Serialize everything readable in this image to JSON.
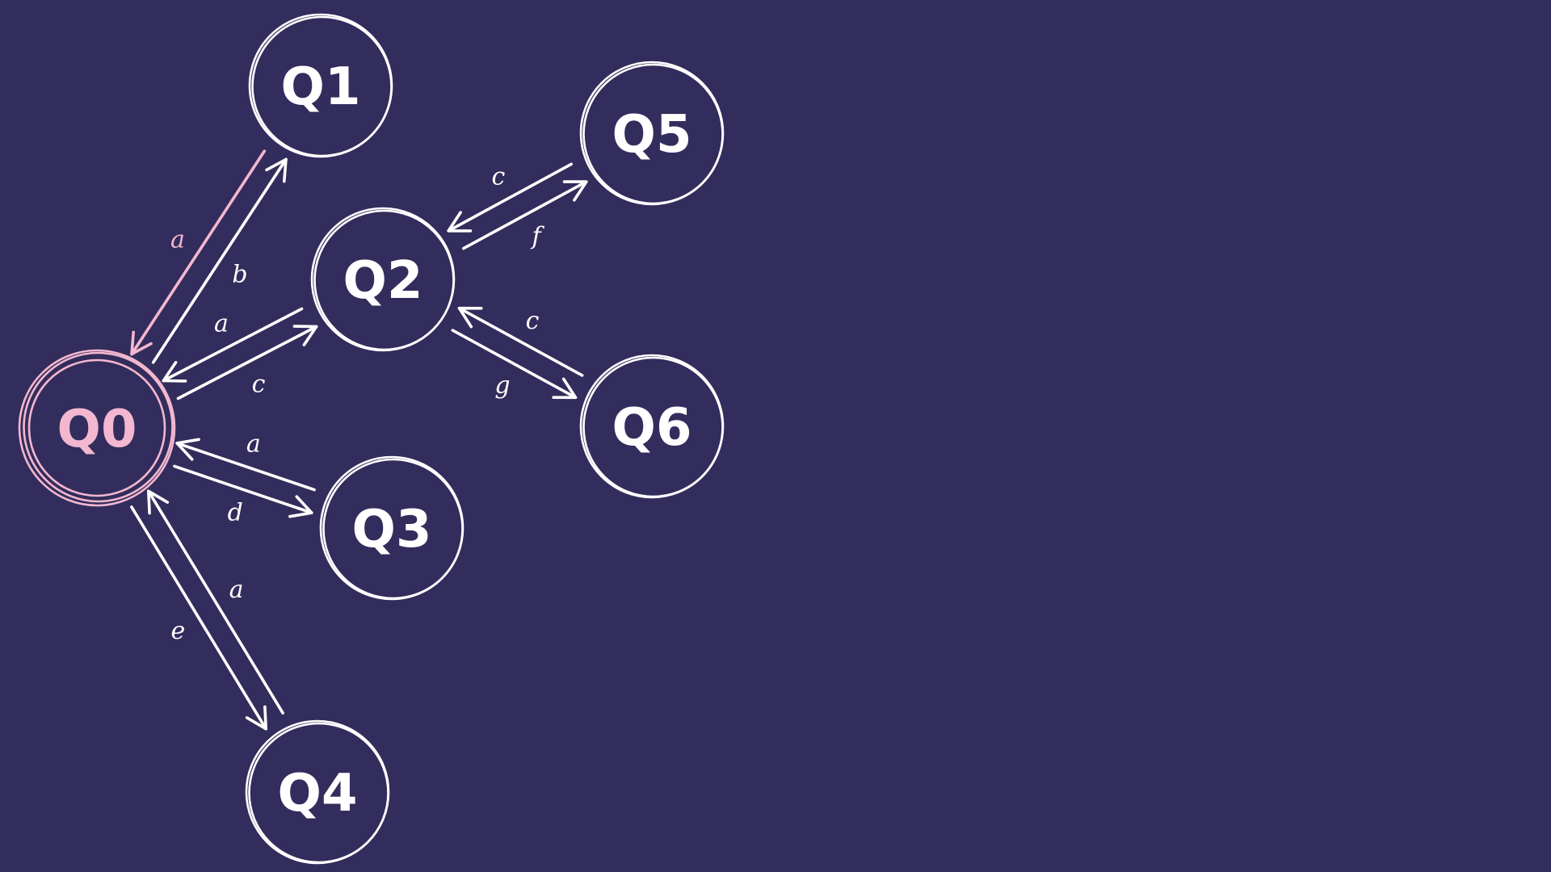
{
  "colors": {
    "background": "#322d5c",
    "stroke": "#ffffff",
    "highlight": "#f3b7cf"
  },
  "states": [
    {
      "id": "Q0",
      "label": "Q0",
      "accepting": true,
      "highlight": true
    },
    {
      "id": "Q1",
      "label": "Q1",
      "accepting": false,
      "highlight": false
    },
    {
      "id": "Q2",
      "label": "Q2",
      "accepting": false,
      "highlight": false
    },
    {
      "id": "Q3",
      "label": "Q3",
      "accepting": false,
      "highlight": false
    },
    {
      "id": "Q4",
      "label": "Q4",
      "accepting": false,
      "highlight": false
    },
    {
      "id": "Q5",
      "label": "Q5",
      "accepting": false,
      "highlight": false
    },
    {
      "id": "Q6",
      "label": "Q6",
      "accepting": false,
      "highlight": false
    }
  ],
  "transitions": [
    {
      "from": "Q0",
      "to": "Q1",
      "label": "b",
      "highlight": false
    },
    {
      "from": "Q1",
      "to": "Q0",
      "label": "a",
      "highlight": true
    },
    {
      "from": "Q0",
      "to": "Q2",
      "label": "c",
      "highlight": false
    },
    {
      "from": "Q2",
      "to": "Q0",
      "label": "a",
      "highlight": false
    },
    {
      "from": "Q0",
      "to": "Q3",
      "label": "d",
      "highlight": false
    },
    {
      "from": "Q3",
      "to": "Q0",
      "label": "a",
      "highlight": false
    },
    {
      "from": "Q0",
      "to": "Q4",
      "label": "e",
      "highlight": false
    },
    {
      "from": "Q4",
      "to": "Q0",
      "label": "a",
      "highlight": false
    },
    {
      "from": "Q2",
      "to": "Q5",
      "label": "f",
      "highlight": false
    },
    {
      "from": "Q5",
      "to": "Q2",
      "label": "c",
      "highlight": false
    },
    {
      "from": "Q2",
      "to": "Q6",
      "label": "g",
      "highlight": false
    },
    {
      "from": "Q6",
      "to": "Q2",
      "label": "c",
      "highlight": false
    }
  ]
}
